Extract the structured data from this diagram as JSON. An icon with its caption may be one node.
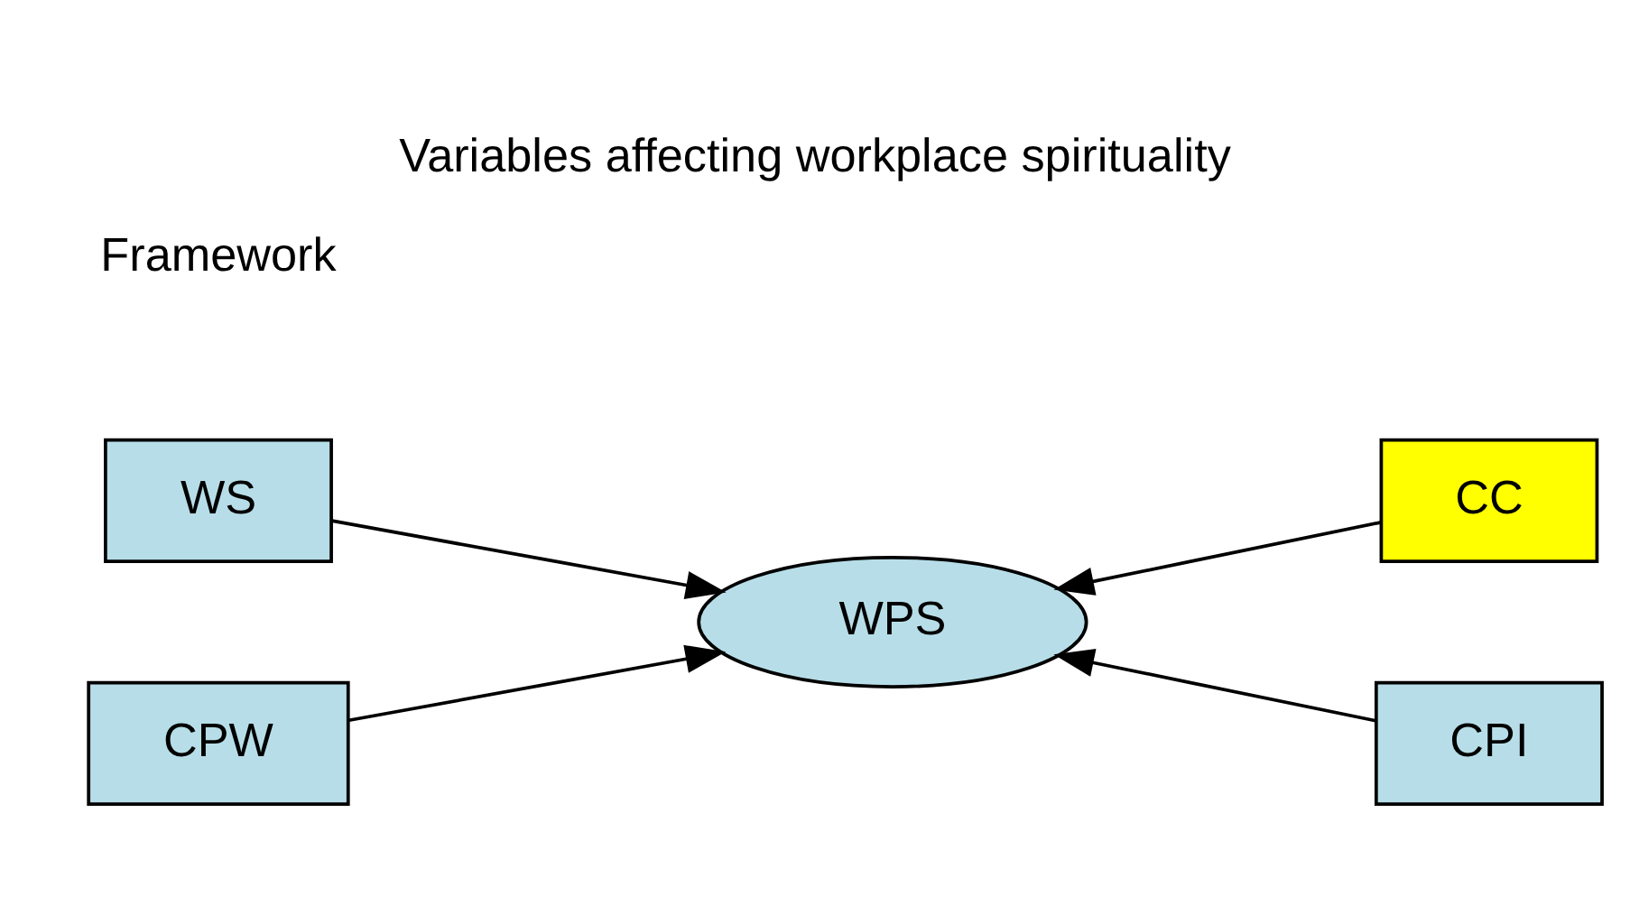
{
  "diagram": {
    "title": "Variables affecting workplace spirituality",
    "nodes": [
      {
        "text": [
          "WS"
        ]
      },
      {
        "text": [
          "CPW"
        ]
      },
      {
        "text": [
          "WPS"
        ]
      },
      {
        "text": [
          "CC"
        ]
      },
      {
        "text": [
          "CPI"
        ]
      }
    ],
    "edges": [
      {
        "from": 0,
        "to": 2,
        "arrow": "to"
      },
      {
        "from": 1,
        "to": 2,
        "arrow": "to"
      },
      {
        "from": 3,
        "to": 2,
        "arrow": "to"
      },
      {
        "from": 4,
        "to": 2,
        "arrow": "to"
      }
    ],
    "labels": [
      "Framework"
    ]
  }
}
